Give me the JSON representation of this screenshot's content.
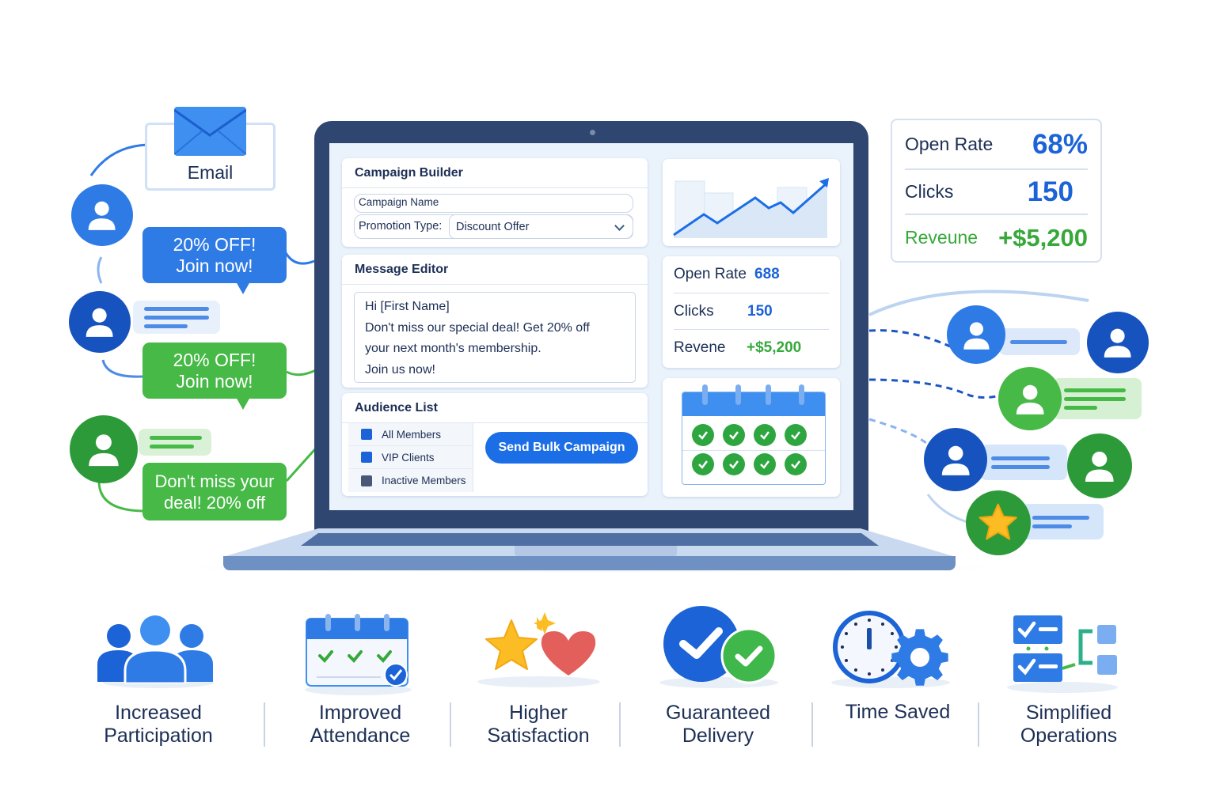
{
  "left_channels": {
    "email_label": "Email",
    "bubble_1": {
      "line1": "20% OFF!",
      "line2": "Join now!",
      "color": "#2f7be6"
    },
    "bubble_2": {
      "line1": "20% OFF!",
      "line2": "Join now!",
      "color": "#46b946"
    },
    "bubble_3": {
      "line1": "Don't miss your",
      "line2": "deal! 20% off",
      "color": "#46b946"
    }
  },
  "campaign_builder": {
    "title": "Campaign Builder",
    "campaign_name_placeholder": "Campaign Name",
    "promotion_type_label": "Promotion Type:",
    "promotion_type_value": "Discount Offer"
  },
  "message_editor": {
    "title": "Message Editor",
    "lines": [
      "Hi [First Name]",
      "Don't miss our special deal! Get 20% off",
      "your next month's membership.",
      "Join us now!"
    ]
  },
  "audience_list": {
    "title": "Audience List",
    "items": [
      {
        "label": "All Members",
        "color": "#1b63d6"
      },
      {
        "label": "VIP Clients",
        "color": "#1b63d6"
      },
      {
        "label": "Inactive Members",
        "color": "#4a5878"
      }
    ],
    "send_button": "Send Bulk Campaign"
  },
  "screen_stats": {
    "rows": [
      {
        "label": "Open Rate",
        "value": "688"
      },
      {
        "label": "Clicks",
        "value": "150"
      },
      {
        "label": "Revene",
        "value": "+$5,200"
      }
    ]
  },
  "side_stats": {
    "rows": [
      {
        "label": "Open Rate",
        "value": "68%"
      },
      {
        "label": "Clicks",
        "value": "150"
      },
      {
        "label": "Reveune",
        "value": "+$5,200"
      }
    ]
  },
  "benefits": [
    {
      "label_line1": "Increased",
      "label_line2": "Participation",
      "icon": "group-icon"
    },
    {
      "label_line1": "Improved",
      "label_line2": "Attendance",
      "icon": "calendar-check-icon"
    },
    {
      "label_line1": "Higher",
      "label_line2": "Satisfaction",
      "icon": "star-heart-icon"
    },
    {
      "label_line1": "Guaranteed",
      "label_line2": "Delivery",
      "icon": "double-check-icon"
    },
    {
      "label_line1": "Time Saved",
      "label_line2": "",
      "icon": "clock-gear-icon"
    },
    {
      "label_line1": "Simplified",
      "label_line2": "Operations",
      "icon": "workflow-icon"
    }
  ],
  "colors": {
    "primary_blue": "#1b6ee6",
    "dark_blue": "#1c2f55",
    "green": "#46b946",
    "laptop_frame": "#2f4670"
  }
}
